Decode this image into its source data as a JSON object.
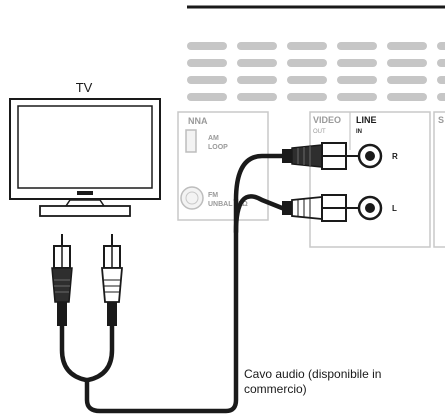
{
  "tv": {
    "label": "TV"
  },
  "panel": {
    "antenna_label": "NNA",
    "am_loop_label_line1": "AM",
    "am_loop_label_line2": "LOOP",
    "fm_label_line1": "FM",
    "fm_label_line2": "UNBAL 75Ω",
    "video_label": "VIDEO",
    "video_out_label": "OUT",
    "line_label": "LINE",
    "line_in_label": "IN",
    "right_channel_label": "R",
    "left_channel_label": "L",
    "partial_section_label": "S"
  },
  "cable": {
    "caption_line1": "Cavo audio (disponibile in",
    "caption_line2": "commercio)"
  },
  "colors": {
    "outline": "#1a1a1a",
    "panel_grey": "#c8c8c8",
    "vent_grey": "#bdbdbd",
    "label_grey": "#9a9a9a",
    "cable": "#1a1a1a",
    "plug_dark": "#3a3a3a"
  }
}
